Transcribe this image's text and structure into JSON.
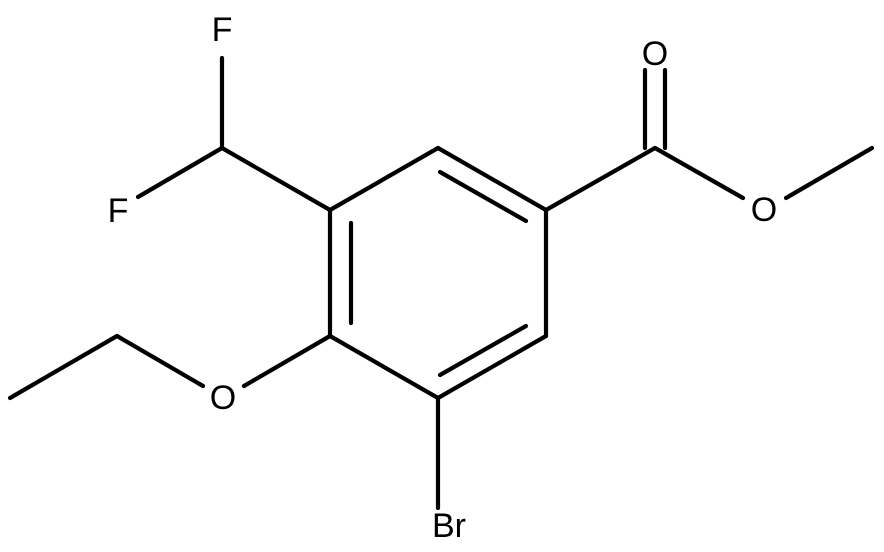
{
  "molecule": {
    "atoms": {
      "fluorine_top": "F",
      "fluorine_left": "F",
      "carbonyl_oxygen": "O",
      "ester_oxygen": "O",
      "ether_oxygen": "O",
      "bromine": "Br"
    }
  }
}
